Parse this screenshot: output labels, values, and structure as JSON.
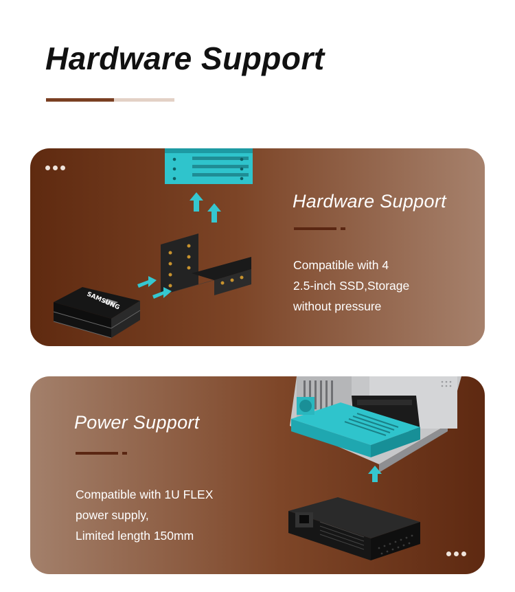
{
  "header": {
    "title": "Hardware Support"
  },
  "cards": [
    {
      "heading": "Hardware Support",
      "lines": [
        "Compatible with 4",
        "2.5-inch SSD,Storage",
        "without pressure"
      ],
      "ssd_brand": "SAMSUNG"
    },
    {
      "heading": "Power Support",
      "lines": [
        "Compatible with 1U FLEX",
        "power supply,",
        "Limited length 150mm"
      ]
    }
  ],
  "colors": {
    "accent_brown": "#7a3f22",
    "accent_light": "#e3d1c6",
    "highlight_cyan": "#2fc4cc"
  }
}
